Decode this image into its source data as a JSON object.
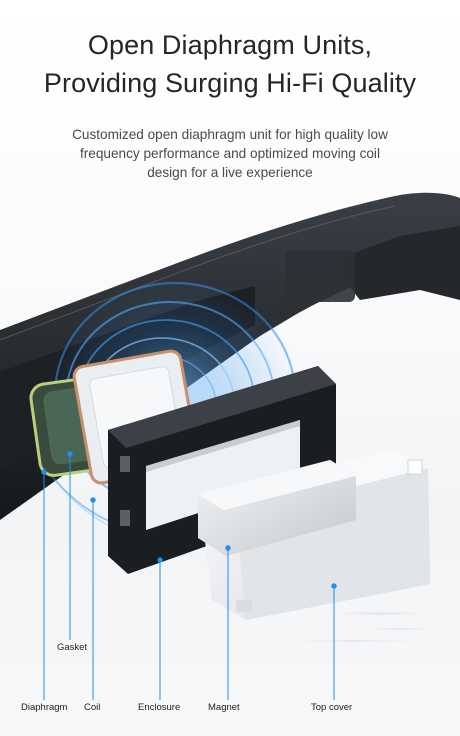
{
  "headline": {
    "line1": "Open Diaphragm Units,",
    "line2": "Providing Surging Hi-Fi Quality"
  },
  "subtitle": {
    "line1": "Customized open diaphragm unit for high quality low",
    "line2": "frequency performance and optimized moving coil",
    "line3": "design for a live experience"
  },
  "callouts": {
    "gasket": "Gasket",
    "diaphragm": "Diaphragm",
    "coil": "Coil",
    "enclosure": "Enclosure",
    "magnet": "Magnet",
    "top_cover": "Top cover"
  },
  "colors": {
    "accent": "#1f8ff0",
    "frame": "#262a2f",
    "text": "#262626"
  }
}
